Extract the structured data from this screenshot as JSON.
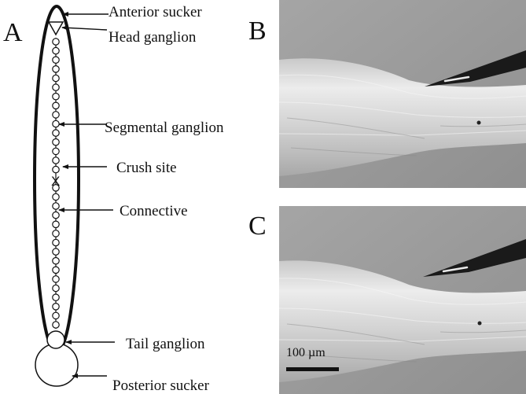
{
  "panels": {
    "a": {
      "letter": "A",
      "labels": {
        "anterior_sucker": "Anterior sucker",
        "head_ganglion": "Head ganglion",
        "segmental_ganglion": "Segmental ganglion",
        "crush_site": "Crush site",
        "connective": "Connective",
        "tail_ganglion": "Tail ganglion",
        "posterior_sucker": "Posterior sucker"
      },
      "crush_marker": "X"
    },
    "b": {
      "letter": "B"
    },
    "c": {
      "letter": "C",
      "scale_bar": "100 µm"
    }
  },
  "colors": {
    "ink": "#111111",
    "micrograph_background": "#9c9c9c",
    "nerve_bundle": "#dcdcdc",
    "electrode": "#1a1a1a"
  }
}
